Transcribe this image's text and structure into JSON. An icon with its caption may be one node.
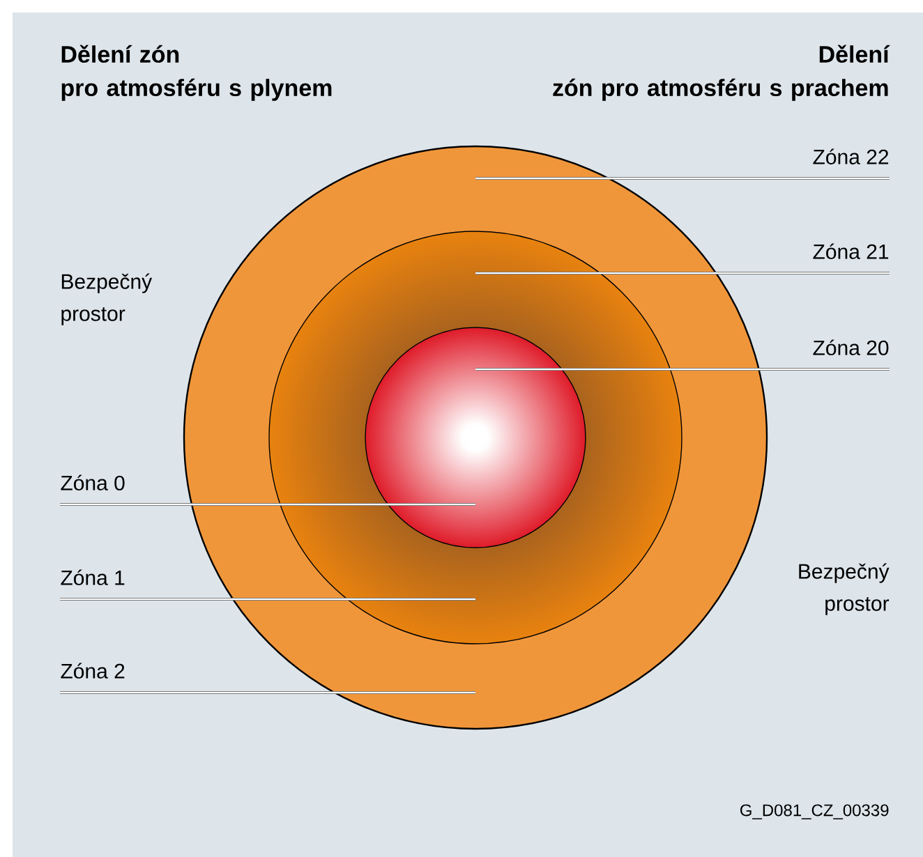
{
  "diagram": {
    "nodes": [
      {
        "text": [],
        "shape": "circle"
      },
      {
        "text": [],
        "shape": "circle",
        "in": 0
      },
      {
        "text": [],
        "shape": "circle",
        "in": 1
      },
      {
        "text": [
          "Zóna 22"
        ]
      },
      {
        "text": [
          "Zóna 21"
        ]
      },
      {
        "text": [
          "Zóna 20"
        ]
      },
      {
        "text": [
          "Zóna 0"
        ]
      },
      {
        "text": [
          "Zóna 1"
        ]
      },
      {
        "text": [
          "Zóna 2"
        ]
      }
    ],
    "edges": [
      {
        "from": 3,
        "to": 0,
        "arrow": "none"
      },
      {
        "from": 4,
        "to": 1,
        "arrow": "none"
      },
      {
        "from": 5,
        "to": 2,
        "arrow": "none"
      },
      {
        "from": 6,
        "to": 2,
        "arrow": "none"
      },
      {
        "from": 7,
        "to": 1,
        "arrow": "none"
      },
      {
        "from": 8,
        "to": 0,
        "arrow": "none"
      }
    ],
    "labels": [
      "Dělení zón pro atmosféru s plynem",
      "Dělení zón pro atmosféru s prachem",
      "Bezpečný prostor",
      "Bezpečný prostor",
      "G_D081_CZ_00339"
    ]
  }
}
